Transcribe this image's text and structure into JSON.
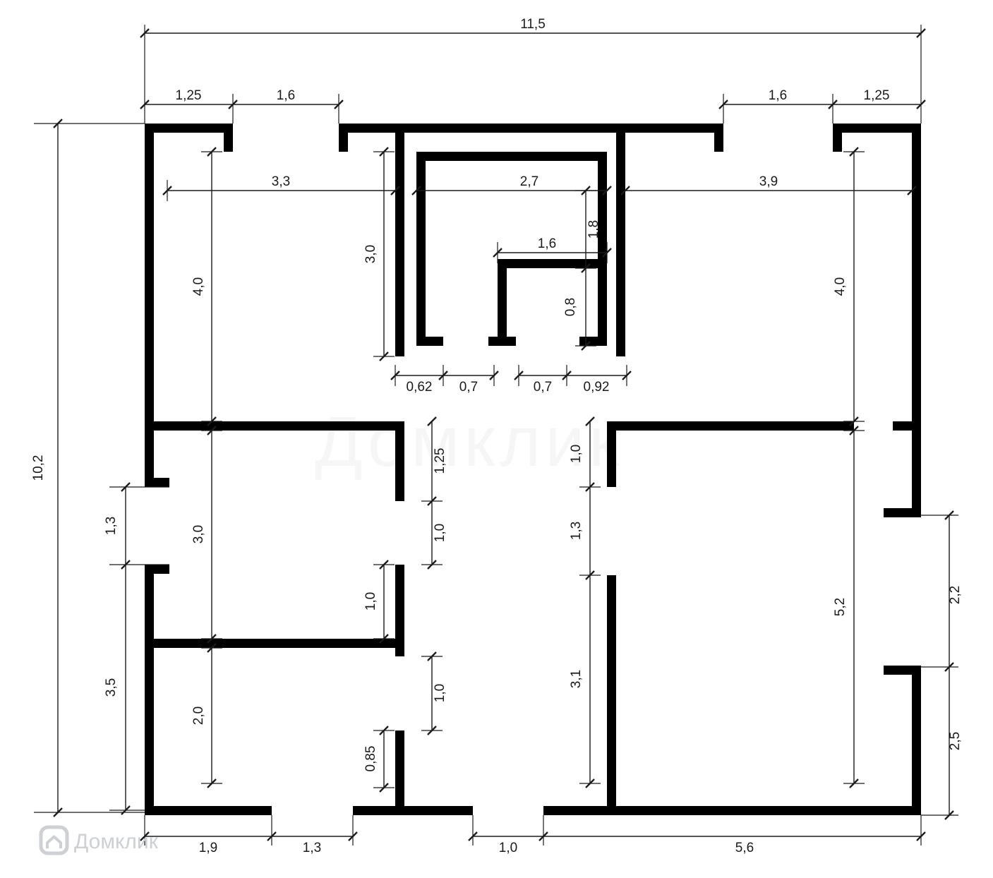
{
  "drawing": {
    "kind": "apartment floor plan with dimension chains"
  },
  "dimensions": {
    "overall_width": "11,5",
    "overall_height_left": "10,2",
    "top_row": {
      "wall_left": "1,25",
      "window_left": "1,6",
      "window_right": "1,6",
      "wall_right": "1,25"
    },
    "rooms_row": {
      "top_left_width": "3,3",
      "top_center_width": "2,7",
      "top_right_width": "3,9"
    },
    "heights": {
      "top_left": "4,0",
      "top_center": "3,0",
      "top_right": "4,0",
      "middle_left": "3,0",
      "bottom_left": "2,0",
      "bottom_right": "5,2"
    },
    "stair": {
      "upper": "1,8",
      "landing": "1,6",
      "lower": "0,8",
      "b1": "0,62",
      "b2": "0,7",
      "b3": "0,7",
      "b4": "0,92"
    },
    "left_side": {
      "opening": "1,3",
      "lower_wall": "3,5"
    },
    "right_side": {
      "window": "2,2",
      "lower_wall": "2,5"
    },
    "interior": {
      "v1": "1,25",
      "v2": "1,0",
      "v3": "1,0",
      "v4": "1,0",
      "v5": "0,85",
      "br_stub": "1,0",
      "br_opening": "1,3",
      "br_wall": "3,1"
    },
    "bottom_row": {
      "seg1": "1,9",
      "door": "1,3",
      "entry": "1,0",
      "seg2": "5,6"
    }
  },
  "watermark": {
    "brand": "Домклик"
  }
}
